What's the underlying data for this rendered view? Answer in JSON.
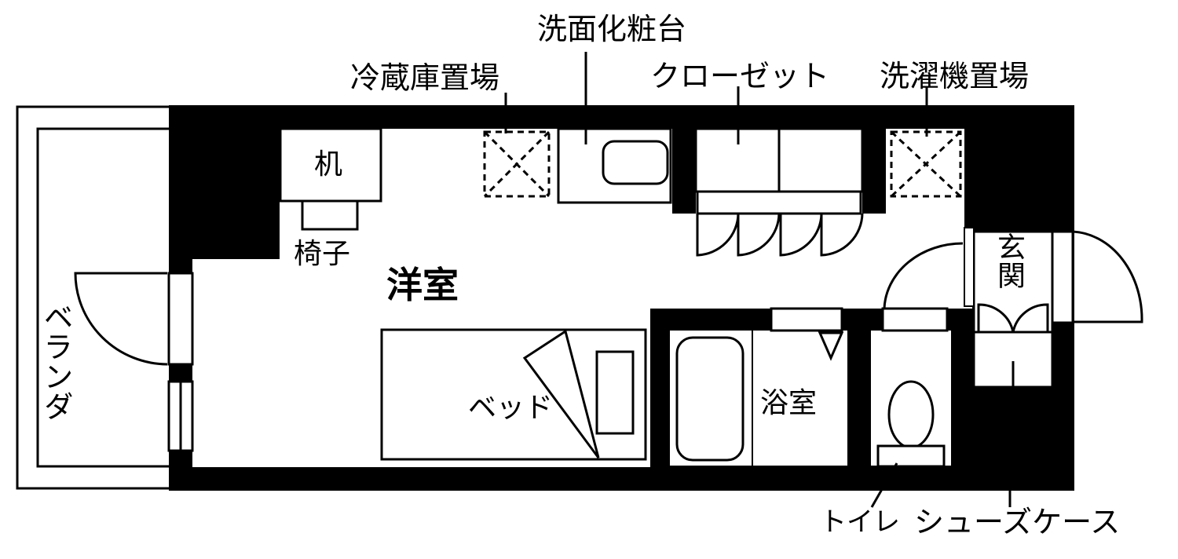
{
  "labels": {
    "senmen": "洗面化粧台",
    "reizoko": "冷蔵庫置場",
    "closet": "クローゼット",
    "sentaku": "洗濯機置場",
    "tsukue": "机",
    "isu": "椅子",
    "yoshitsu": "洋室",
    "genkan": "玄関",
    "veranda": "ベランダ",
    "bed": "ベッド",
    "yokushitsu": "浴室",
    "toilet": "トイレ",
    "shoes": "シューズケース"
  },
  "colors": {
    "wall": "#000000",
    "floor": "#ffffff",
    "line": "#000000"
  }
}
